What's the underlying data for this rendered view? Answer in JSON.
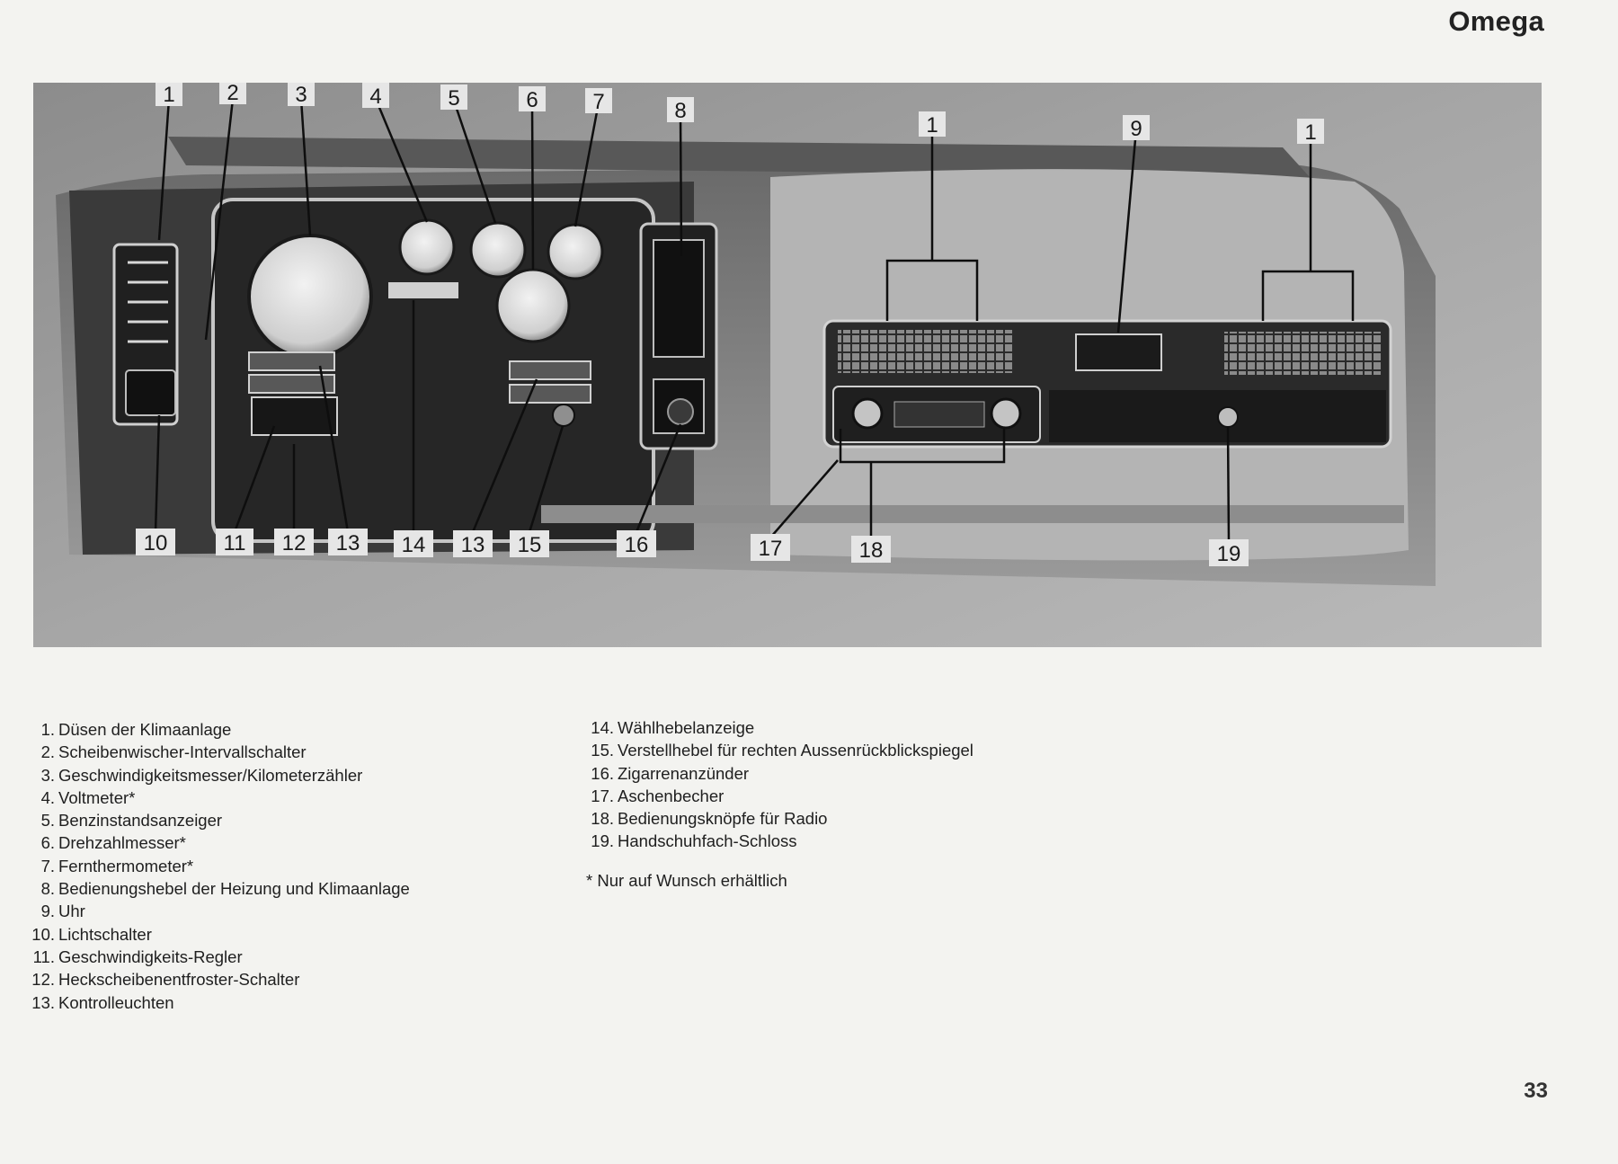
{
  "header": {
    "title": "Omega"
  },
  "photo": {
    "callouts_top": [
      "1",
      "2",
      "3",
      "4",
      "5",
      "6",
      "7",
      "8",
      "1",
      "9",
      "1"
    ],
    "callouts_bottom": [
      "10",
      "11",
      "12",
      "13",
      "14",
      "13",
      "15",
      "16",
      "17",
      "18",
      "19"
    ]
  },
  "legend": {
    "left": [
      {
        "num": "1.",
        "text": "Düsen der Klimaanlage"
      },
      {
        "num": "2.",
        "text": "Scheibenwischer-Intervallschalter"
      },
      {
        "num": "3.",
        "text": "Geschwindigkeitsmesser/Kilometerzähler"
      },
      {
        "num": "4.",
        "text": "Voltmeter*"
      },
      {
        "num": "5.",
        "text": "Benzinstandsanzeiger"
      },
      {
        "num": "6.",
        "text": "Drehzahlmesser*"
      },
      {
        "num": "7.",
        "text": "Fernthermometer*"
      },
      {
        "num": "8.",
        "text": "Bedienungshebel der Heizung und Klimaanlage"
      },
      {
        "num": "9.",
        "text": "Uhr"
      },
      {
        "num": "10.",
        "text": "Lichtschalter"
      },
      {
        "num": "11.",
        "text": "Geschwindigkeits-Regler"
      },
      {
        "num": "12.",
        "text": "Heckscheibenentfroster-Schalter"
      },
      {
        "num": "13.",
        "text": "Kontrolleuchten"
      }
    ],
    "right": [
      {
        "num": "14.",
        "text": "Wählhebelanzeige"
      },
      {
        "num": "15.",
        "text": "Verstellhebel für rechten Aussenrückblickspiegel"
      },
      {
        "num": "16.",
        "text": "Zigarrenanzünder"
      },
      {
        "num": "17.",
        "text": "Aschenbecher"
      },
      {
        "num": "18.",
        "text": "Bedienungsknöpfe für Radio"
      },
      {
        "num": "19.",
        "text": "Handschuhfach-Schloss"
      }
    ]
  },
  "footnote": "* Nur auf Wunsch erhältlich",
  "page_number": "33"
}
